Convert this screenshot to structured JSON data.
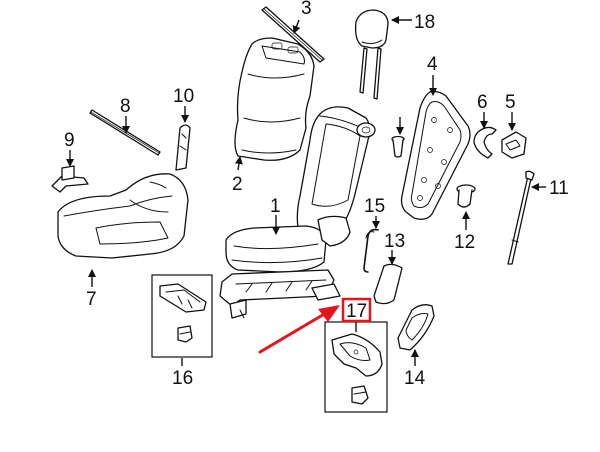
{
  "callouts": {
    "c1": "1",
    "c2": "2",
    "c3": "3",
    "c4": "4",
    "c5": "5",
    "c6": "6",
    "c7": "7",
    "c8": "8",
    "c9": "9",
    "c10": "10",
    "c11": "11",
    "c12": "12",
    "c13": "13",
    "c14": "14",
    "c15": "15",
    "c16": "16",
    "c17": "17",
    "c18": "18"
  },
  "colors": {
    "line": "#111111",
    "highlight": "#e8141b",
    "background": "#ffffff"
  },
  "highlighted_part": "17"
}
